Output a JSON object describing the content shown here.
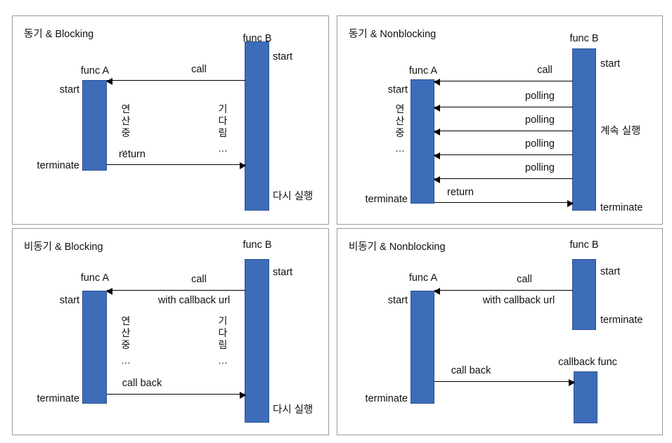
{
  "figure": {
    "title": "Sync/Async and Blocking/Nonblocking sequence diagrams",
    "bar_color": "#3d6cb9",
    "bar_border_color": "#2d5392",
    "panel_border_color": "#9a9a9a",
    "background": "#ffffff"
  },
  "panels": {
    "sync_blocking": {
      "title": "동기 & Blocking",
      "func_a_label": "func A",
      "func_b_label": "func B",
      "a_start": "start",
      "a_terminate": "terminate",
      "b_start": "start",
      "b_note": "다시 실행",
      "a_vertical": "연\n산\n중",
      "a_ellipsis": "…",
      "b_vertical": "기\n다\n림",
      "b_ellipsis": "…",
      "arrow_call": "call",
      "arrow_return": "return"
    },
    "sync_nonblocking": {
      "title": "동기 & Nonblocking",
      "func_a_label": "func A",
      "func_b_label": "func B",
      "a_start": "start",
      "a_terminate": "terminate",
      "b_start": "start",
      "b_terminate": "terminate",
      "b_note": "계속 실행",
      "a_vertical": "연\n산\n중",
      "a_ellipsis": "…",
      "arrow_call": "call",
      "arrow_polling_1": "polling",
      "arrow_polling_2": "polling",
      "arrow_polling_3": "polling",
      "arrow_polling_4": "polling",
      "arrow_return": "return"
    },
    "async_blocking": {
      "title": "비동기 & Blocking",
      "func_a_label": "func A",
      "func_b_label": "func B",
      "a_start": "start",
      "a_terminate": "terminate",
      "b_start": "start",
      "b_note": "다시 실행",
      "a_vertical": "연\n산\n중",
      "a_ellipsis": "…",
      "b_vertical": "기\n다\n림",
      "b_ellipsis": "…",
      "arrow_call": "call",
      "arrow_call_sub": "with callback url",
      "arrow_callback": "call back"
    },
    "async_nonblocking": {
      "title": "비동기 & Nonblocking",
      "func_a_label": "func A",
      "func_b_label": "func B",
      "callback_func_label": "callback func",
      "a_start": "start",
      "a_terminate": "terminate",
      "b_start": "start",
      "b_terminate": "terminate",
      "arrow_call": "call",
      "arrow_call_sub": "with callback url",
      "arrow_callback": "call back"
    }
  }
}
